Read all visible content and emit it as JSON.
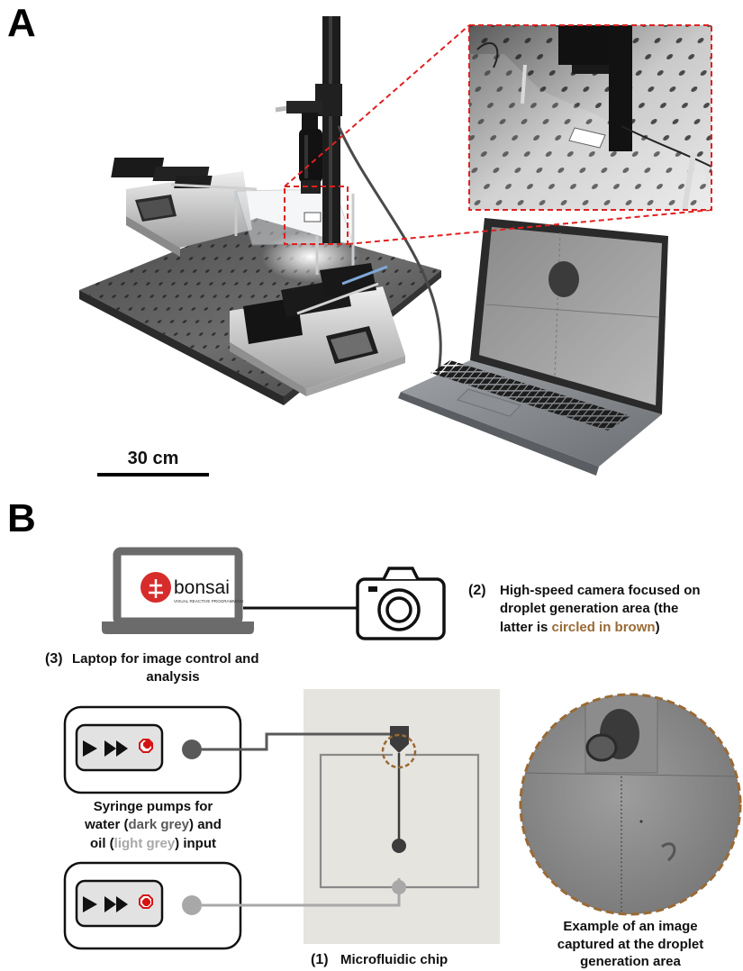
{
  "panels": {
    "a": "A",
    "b": "B"
  },
  "scale_bar": {
    "label": "30 cm"
  },
  "laptop_screen_logo": {
    "word": "bonsai",
    "tagline": "VISUAL REACTIVE PROGRAMMING"
  },
  "laptop_label": {
    "number": "(3)",
    "line1": "Laptop for image control and",
    "line2": "analysis"
  },
  "camera_label": {
    "number": "(2)",
    "line1": "High-speed camera focused on",
    "line2": "droplet generation area (the",
    "line3_pre": "latter is ",
    "line3_highlight": "circled in brown",
    "line3_post": ")"
  },
  "pumps_label": {
    "line1": "Syringe pumps for",
    "line2_pre": "water (",
    "line2_highlight": "dark grey",
    "line2_post": ") and",
    "line3_pre": "oil (",
    "line3_highlight": "light grey",
    "line3_post": ") input"
  },
  "chip_label": {
    "number": "(1)",
    "text": "Microfluidic chip"
  },
  "example_label": {
    "line1": "Example of an image",
    "line2": "captured at the droplet",
    "line3": "generation area"
  },
  "colors": {
    "brown": "#9a6a35",
    "dark_grey": "#595959",
    "light_grey": "#a8a8a8",
    "dashed_red": "#e02020",
    "stop_red": "#d41414",
    "chip_bg": "#e6e4de"
  }
}
